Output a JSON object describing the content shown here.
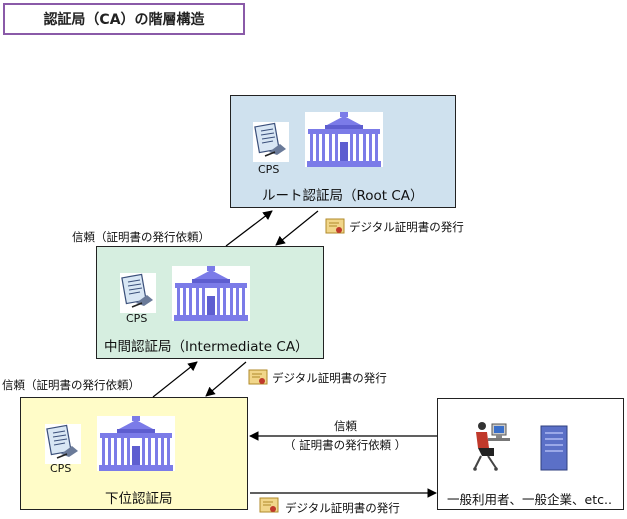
{
  "title": "認証局（CA）の階層構造",
  "root_ca": {
    "label": "ルート認証局（Root CA）",
    "cps_label": "CPS"
  },
  "intermediate_ca": {
    "label": "中間認証局（Intermediate CA）",
    "cps_label": "CPS"
  },
  "sub_ca": {
    "label": "下位認証局",
    "cps_label": "CPS"
  },
  "users": {
    "label": "一般利用者、一般企業、etc.."
  },
  "arrows": {
    "trust_inter_to_root": "信頼（証明書の発行依頼）",
    "issue_root_to_inter": "デジタル証明書の発行",
    "trust_sub_to_inter": "信頼（証明書の発行依頼）",
    "issue_inter_to_sub": "デジタル証明書の発行",
    "trust_user_line1": "信頼",
    "trust_user_line2": "（ 証明書の発行依頼 ）",
    "issue_sub_to_user": "デジタル証明書の発行"
  },
  "colors": {
    "root_fill": "#cfe1ee",
    "intermediate_fill": "#d6eee0",
    "sub_fill": "#fffcc8",
    "building": "#7b7be8",
    "title_border": "#8a5aa8"
  }
}
